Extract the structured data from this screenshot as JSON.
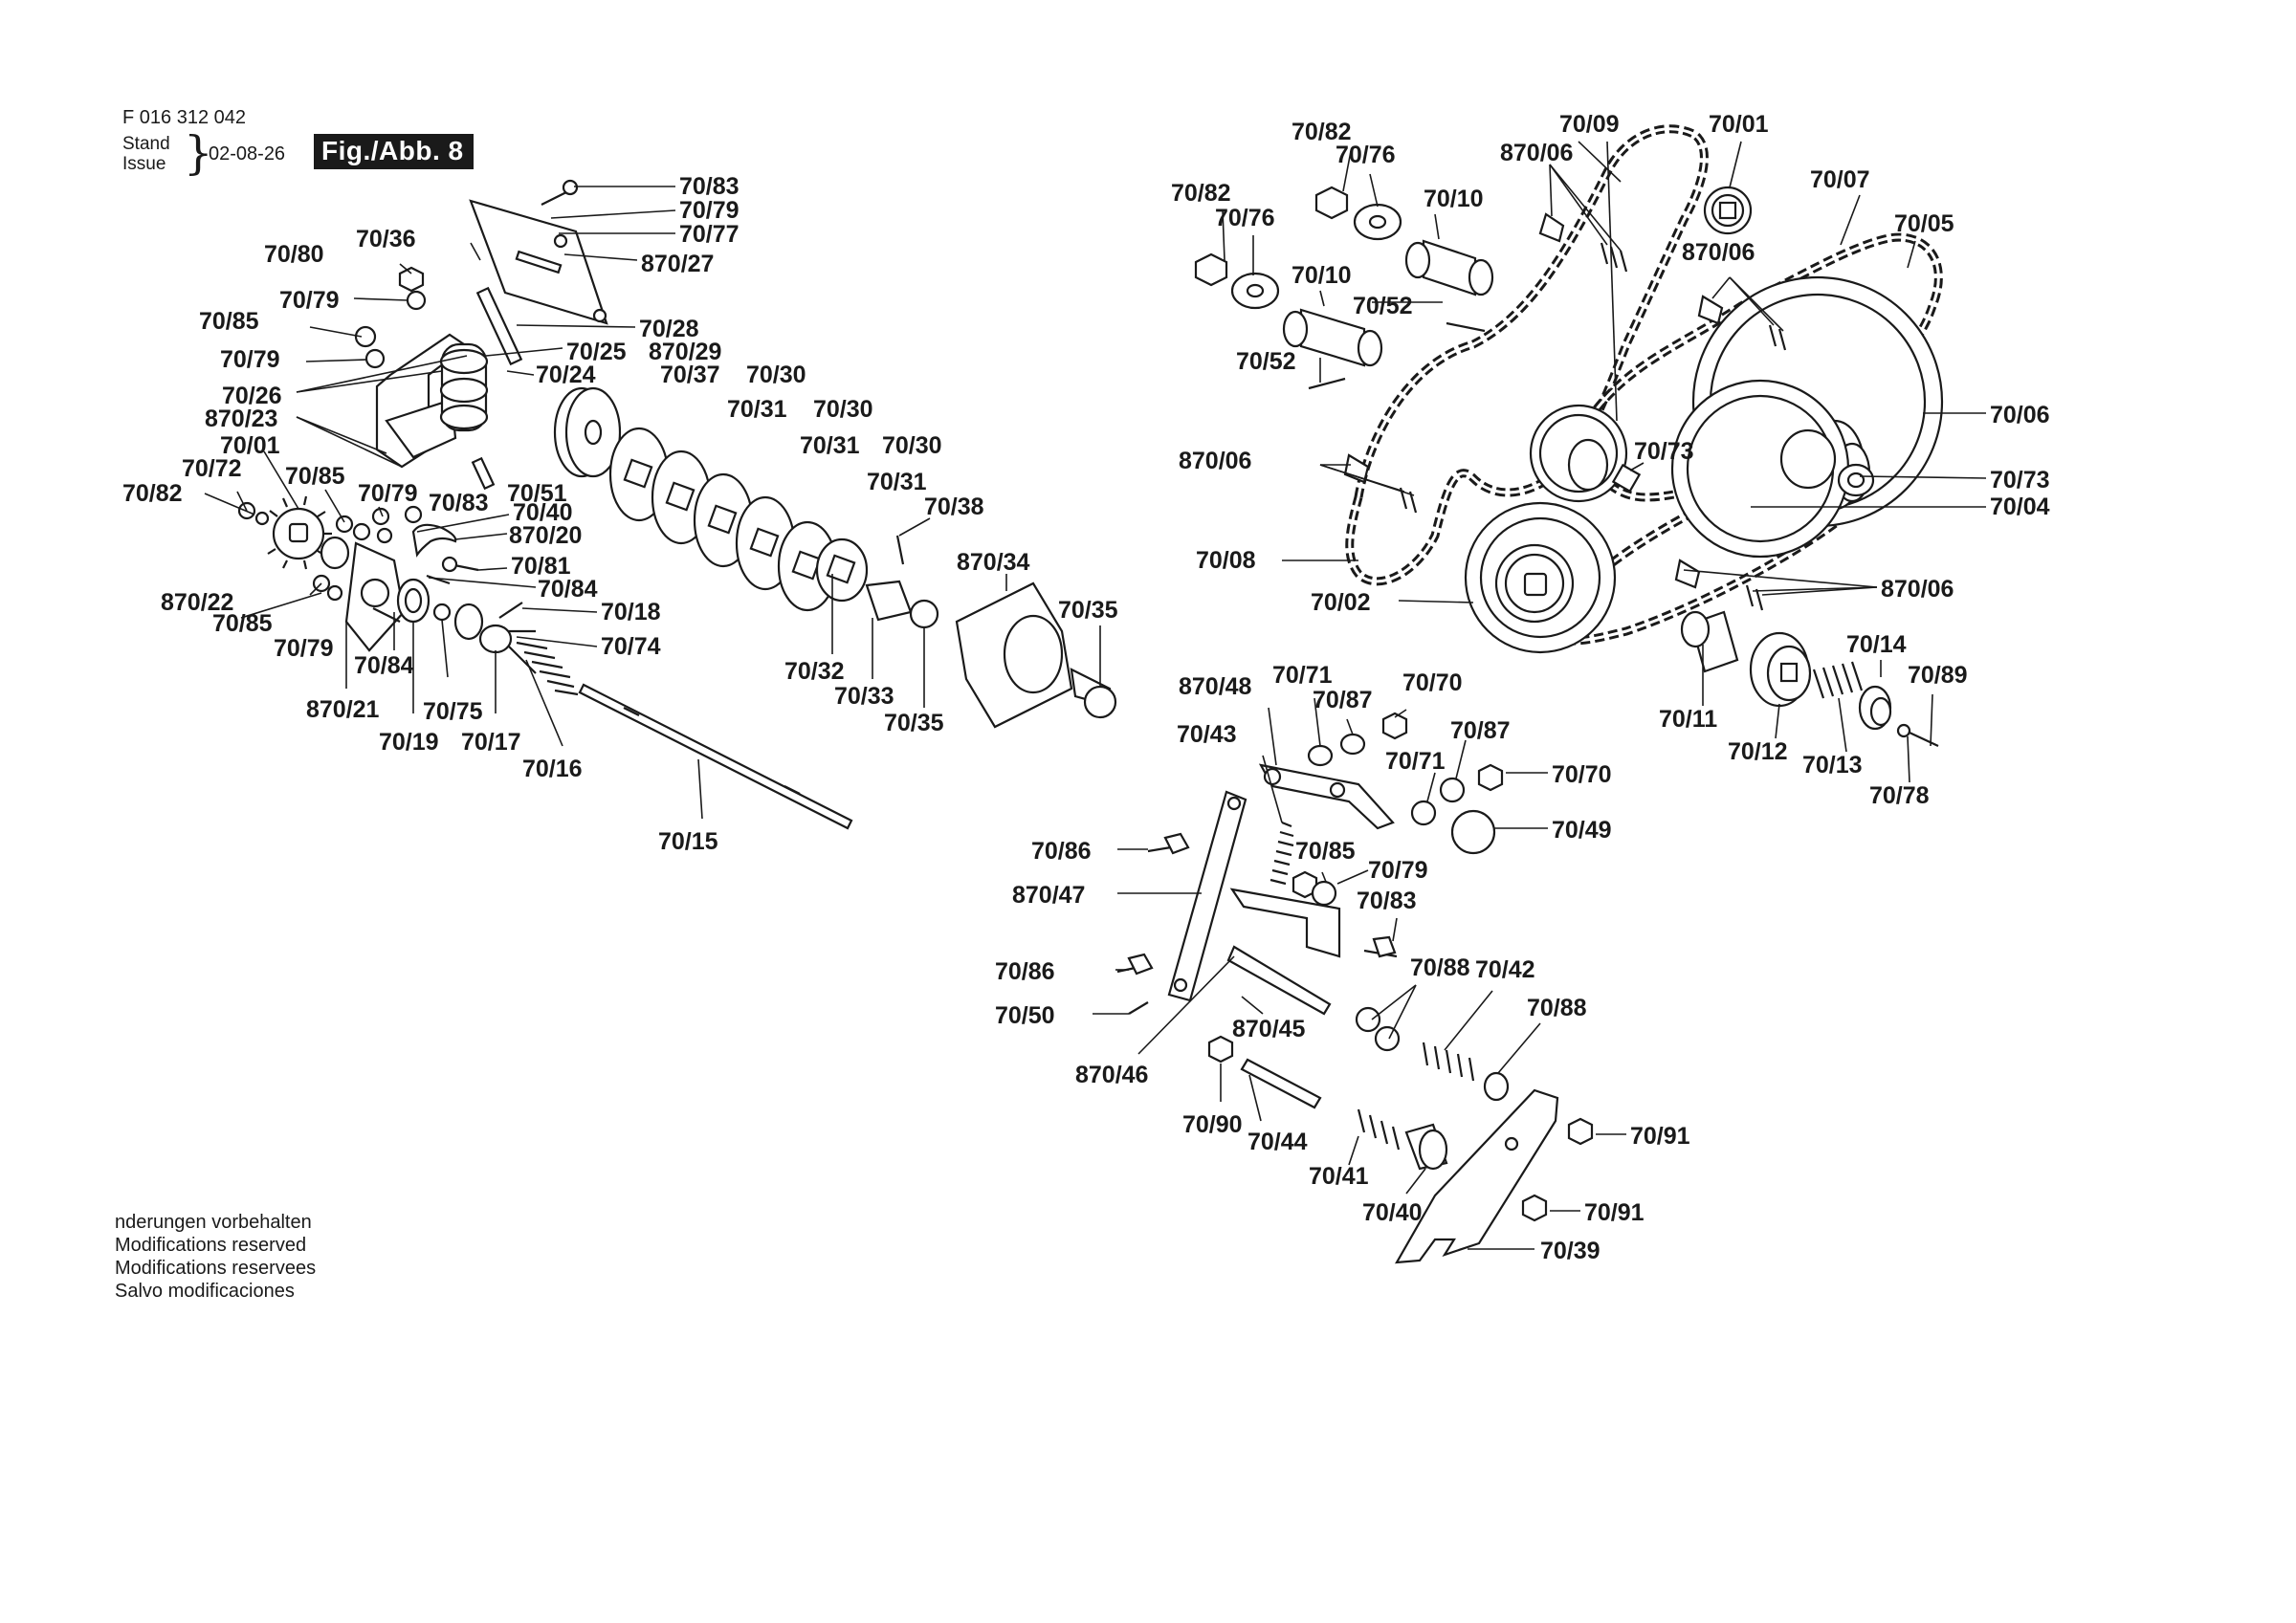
{
  "header": {
    "doc_number": "F 016 312 042",
    "stand_label": "Stand",
    "issue_label": "Issue",
    "date": "02-08-26",
    "figure_label": "Fig./Abb. 8"
  },
  "notes": [
    "nderungen vorbehalten",
    "Modifications reserved",
    "Modifications reservees",
    "Salvo modificaciones"
  ],
  "callouts": [
    "70/83",
    "70/79",
    "70/77",
    "870/27",
    "70/36",
    "70/80",
    "70/79",
    "70/28",
    "70/85",
    "70/25",
    "870/29",
    "70/79",
    "70/24",
    "70/37",
    "70/30",
    "70/26",
    "870/23",
    "70/31",
    "70/30",
    "70/01",
    "70/31",
    "70/30",
    "70/72",
    "70/85",
    "70/51",
    "70/31",
    "70/82",
    "70/79",
    "70/83",
    "70/40",
    "70/38",
    "870/20",
    "70/81",
    "870/34",
    "70/84",
    "870/22",
    "70/18",
    "70/35",
    "70/85",
    "70/74",
    "70/79",
    "70/84",
    "70/32",
    "70/33",
    "870/21",
    "70/75",
    "70/35",
    "70/19",
    "70/17",
    "70/16",
    "70/15",
    "70/82",
    "70/09",
    "70/01",
    "70/76",
    "870/06",
    "70/07",
    "70/82",
    "70/10",
    "70/05",
    "70/76",
    "870/06",
    "70/10",
    "70/52",
    "70/52",
    "70/06",
    "870/06",
    "70/73",
    "70/73",
    "70/04",
    "70/08",
    "70/02",
    "870/06",
    "70/14",
    "70/89",
    "70/11",
    "70/12",
    "70/13",
    "70/78",
    "870/48",
    "70/71",
    "70/70",
    "70/87",
    "70/43",
    "70/87",
    "70/71",
    "70/70",
    "70/49",
    "70/86",
    "70/85",
    "70/79",
    "870/47",
    "70/83",
    "70/86",
    "70/88",
    "70/42",
    "70/88",
    "70/50",
    "870/45",
    "870/46",
    "70/91",
    "70/90",
    "70/44",
    "70/41",
    "70/40",
    "70/91",
    "70/39"
  ]
}
